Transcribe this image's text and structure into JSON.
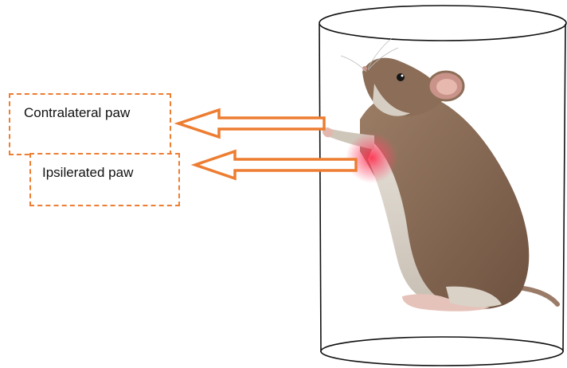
{
  "labels": {
    "contralateral": "Contralateral paw",
    "ipsilateral": "Ipsilerated paw"
  },
  "colors": {
    "arrow_outline": "#ED7D31",
    "box_border": "#ED7D31",
    "cylinder_line": "#111111",
    "highlight_glow": "#FF2A4A",
    "rat_fur": "#8A6B55",
    "rat_belly": "#D9D2C8"
  },
  "illustration": {
    "subject": "rat-standing-in-cylinder"
  }
}
